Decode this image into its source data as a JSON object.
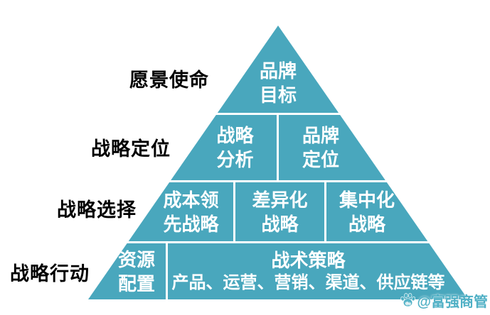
{
  "diagram": {
    "type": "pyramid",
    "fill_color": "#49A7BD",
    "divider_color": "#FFFFFF",
    "levels": [
      {
        "side_label": "愿景使命",
        "cells": [
          {
            "line1": "品牌",
            "line2": "目标"
          }
        ]
      },
      {
        "side_label": "战略定位",
        "cells": [
          {
            "line1": "战略",
            "line2": "分析"
          },
          {
            "line1": "品牌",
            "line2": "定位"
          }
        ]
      },
      {
        "side_label": "战略选择",
        "cells": [
          {
            "line1": "成本领",
            "line2": "先战略"
          },
          {
            "line1": "差异化",
            "line2": "战略"
          },
          {
            "line1": "集中化",
            "line2": "战略"
          }
        ]
      },
      {
        "side_label": "战略行动",
        "cells": [
          {
            "line1": "资源",
            "line2": "配置"
          }
        ],
        "tactics": {
          "title": "战术策略",
          "detail": "产品、运营、营销、渠道、供应链等"
        }
      }
    ]
  },
  "watermark": {
    "text": "@富强商管",
    "icon": "baidu-paw-icon",
    "color": "#4FB0C5"
  }
}
